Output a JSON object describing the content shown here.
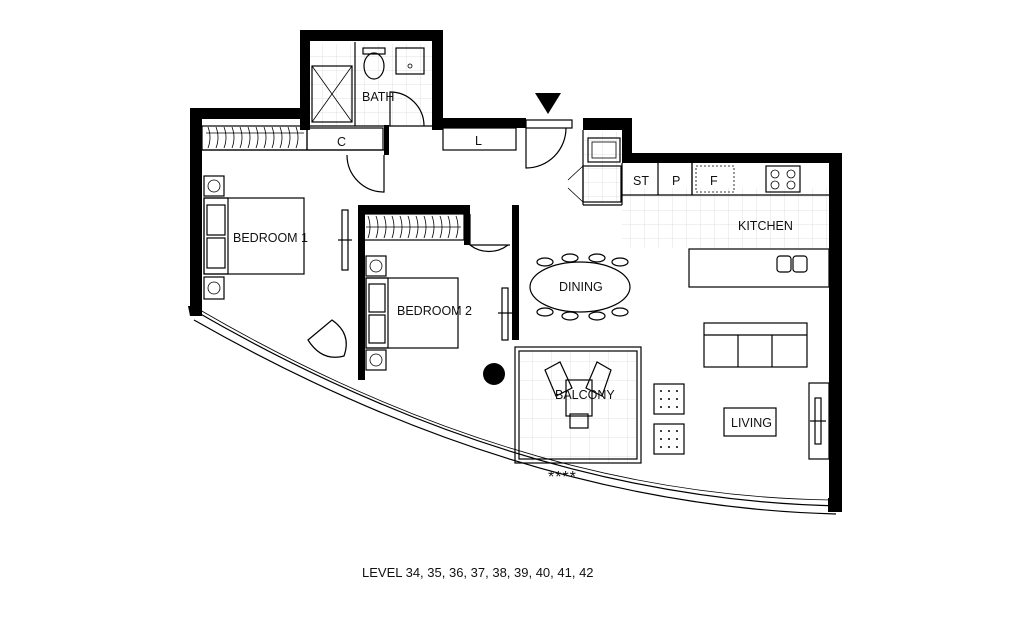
{
  "rooms": {
    "bath": "BATH",
    "bedroom1": "BEDROOM 1",
    "bedroom2": "BEDROOM 2",
    "dining": "DINING",
    "kitchen": "KITCHEN",
    "balcony": "BALCONY",
    "living": "LIVING"
  },
  "storage": {
    "c": "C",
    "l": "L",
    "st": "ST",
    "p": "P",
    "f": "F"
  },
  "marks": {
    "stars": "****"
  },
  "footer": {
    "levels": "LEVEL 34, 35, 36, 37, 38, 39, 40, 41, 42"
  },
  "colors": {
    "walls": "#000000",
    "tile_lines": "#d9d9d9",
    "background": "#ffffff"
  }
}
